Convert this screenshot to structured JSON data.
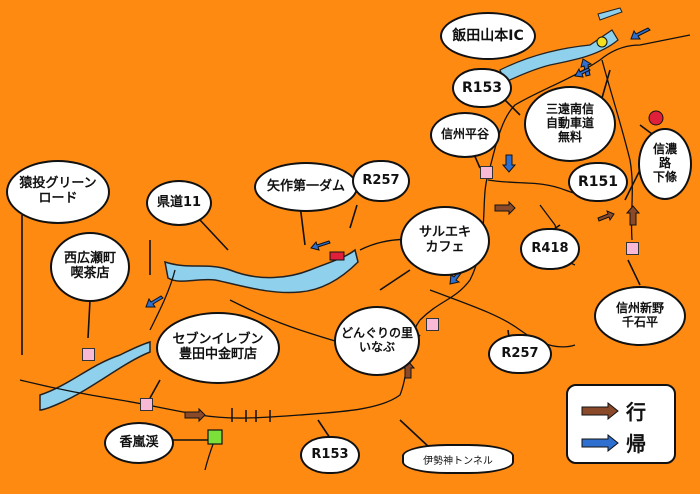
{
  "map": {
    "background": "#ff8a12",
    "labels": {
      "iida_ic": "飯田山本IC",
      "r153_top": "R153",
      "shinshu_hiradani": "信州平谷",
      "sanen_expressway": "三遠南信\n自動車道\n無料",
      "shinano_shimojo": "信濃\n路\n下條",
      "r151": "R151",
      "r418": "R418",
      "shinshu_shinno": "信州新野\n千石平",
      "yahagi_dam": "矢作第一ダム",
      "r257_top": "R257",
      "saruiwaki_cafe": "サルエキ\nカフェ",
      "kendo11": "県道11",
      "ouchiwai_green_road": "猿投グリーン\nロード",
      "nishihirose_kissaten": "西広瀬町\n喫茶店",
      "seven_eleven": "セブンイレブン\n豊田中金町店",
      "donguri_no_sato": "どんぐりの里\nいなぶ",
      "r257_bottom": "R257",
      "korankei": "香嵐渓",
      "r153_bottom": "R153",
      "ibukami_tunnel": "伊勢神トンネル"
    },
    "legend": {
      "outbound_label": "行",
      "return_label": "帰",
      "outbound_color": "#8a4a2a",
      "return_color": "#2e6fd0"
    },
    "colors": {
      "river": "#8fd0ec",
      "shop_marker": "#f7b9d6",
      "green_marker": "#7be03a",
      "red_marker": "#e0203a",
      "yellow_marker": "#f4e020"
    }
  }
}
